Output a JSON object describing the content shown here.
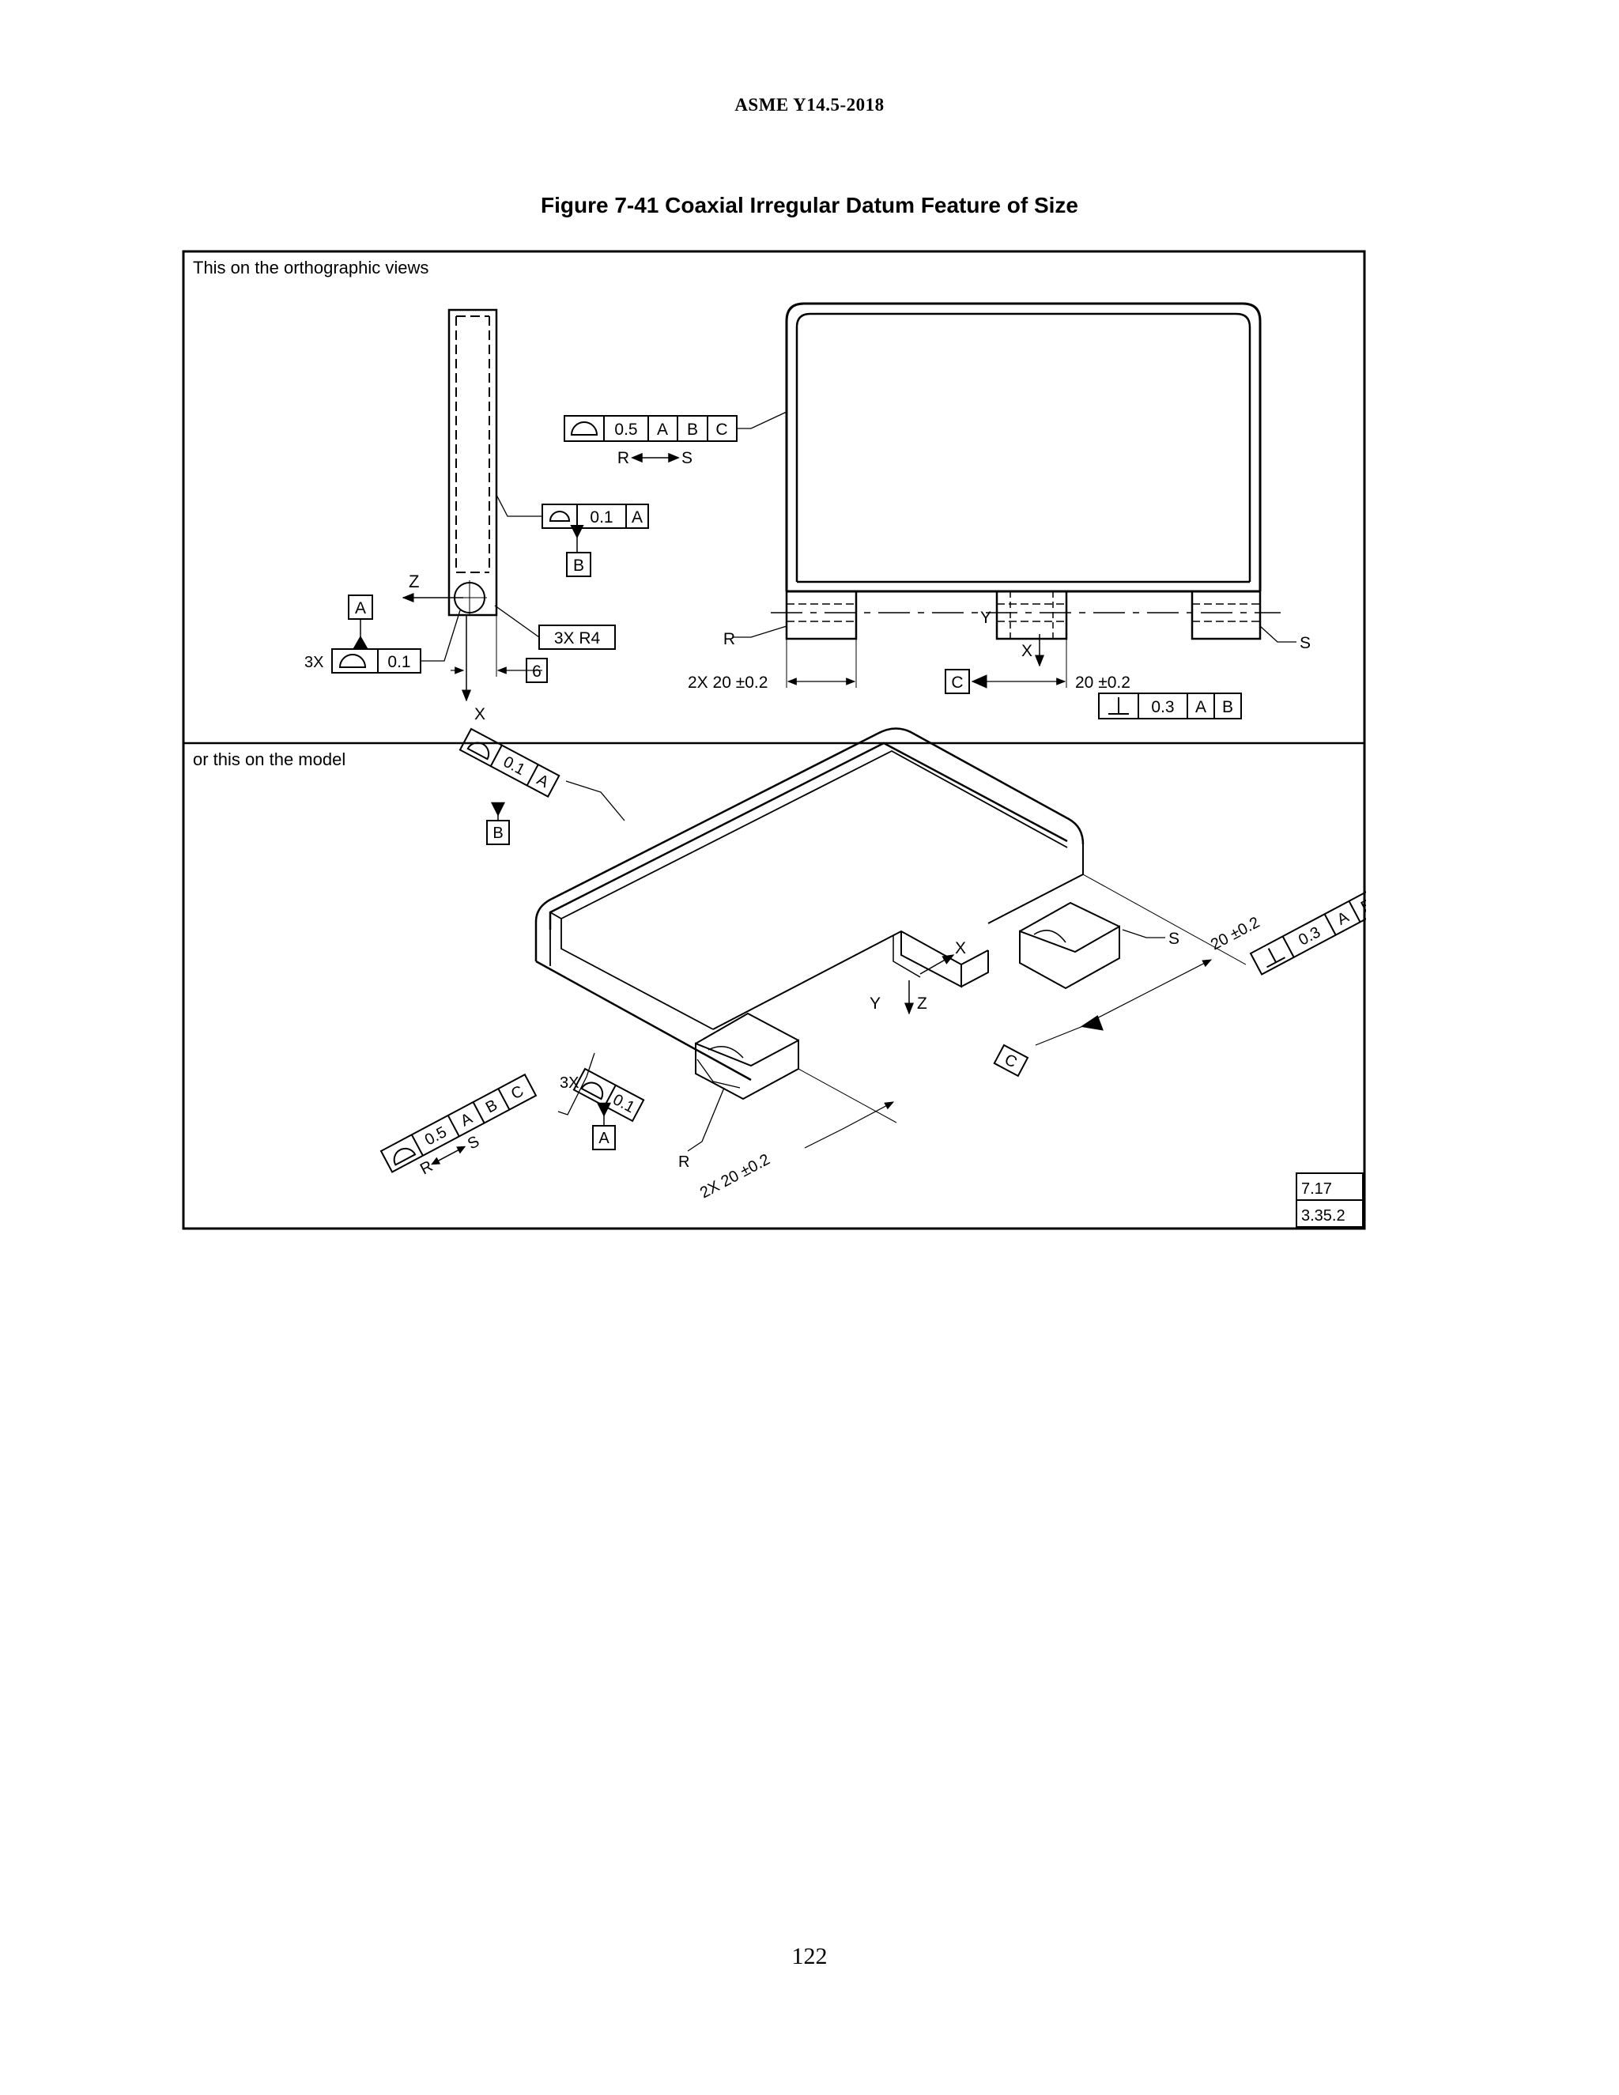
{
  "header": "ASME Y14.5-2018",
  "figure_title": "Figure 7-41 Coaxial Irregular Datum Feature of Size",
  "page_number": "122",
  "panels": {
    "ortho_label": "This on the orthographic views",
    "model_label": "or this on the model"
  },
  "side_view": {
    "axis_z": "Z",
    "axis_x": "X",
    "datum_a": "A",
    "datum_b": "B",
    "count_3x": "3X",
    "radius_note": "3X R4",
    "dim_6": "6",
    "profile_fcf": {
      "tol": "0.1",
      "datum": "A"
    },
    "datum_a_fcf": {
      "tol": "0.1"
    }
  },
  "front_view": {
    "fcf": {
      "tol": "0.5",
      "d1": "A",
      "d2": "B",
      "d3": "C"
    },
    "between_from": "R",
    "between_to": "S",
    "label_r": "R",
    "label_s": "S",
    "label_y": "Y",
    "label_x": "X",
    "dim_2x": "2X 20 ±0.2",
    "dim_20": "20 ±0.2",
    "datum_c": "C",
    "perp_fcf": {
      "tol": "0.3",
      "d1": "A",
      "d2": "B"
    }
  },
  "model_view": {
    "profile_fcf": {
      "tol": "0.1",
      "datum": "A"
    },
    "datum_b": "B",
    "label_s": "S",
    "dim_20": "20 ±0.2",
    "perp_fcf": {
      "tol": "0.3",
      "d1": "A",
      "d2": "B"
    },
    "axis_x": "X",
    "axis_y": "Y",
    "axis_z": "Z",
    "datum_c": "C",
    "main_fcf": {
      "tol": "0.5",
      "d1": "A",
      "d2": "B",
      "d3": "C"
    },
    "between_from": "R",
    "between_to": "S",
    "count_3x": "3X",
    "datum_a_fcf": {
      "tol": "0.1"
    },
    "datum_a": "A",
    "label_r": "R",
    "dim_2x": "2X 20 ±0.2"
  },
  "refs": {
    "ref1": "7.17",
    "ref2": "3.35.2"
  }
}
